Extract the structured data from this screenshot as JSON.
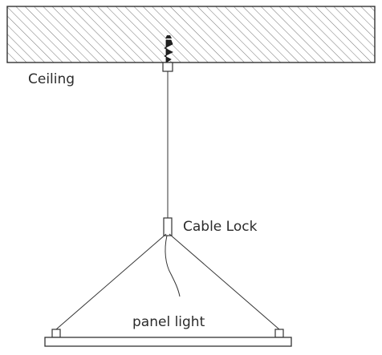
{
  "labels": {
    "ceiling": "Ceiling",
    "cable_lock": "Cable Lock",
    "panel_light": "panel light"
  },
  "colors": {
    "line": "#333333",
    "hatch": "#555555",
    "text": "#2b2b2b",
    "background": "#ffffff"
  }
}
